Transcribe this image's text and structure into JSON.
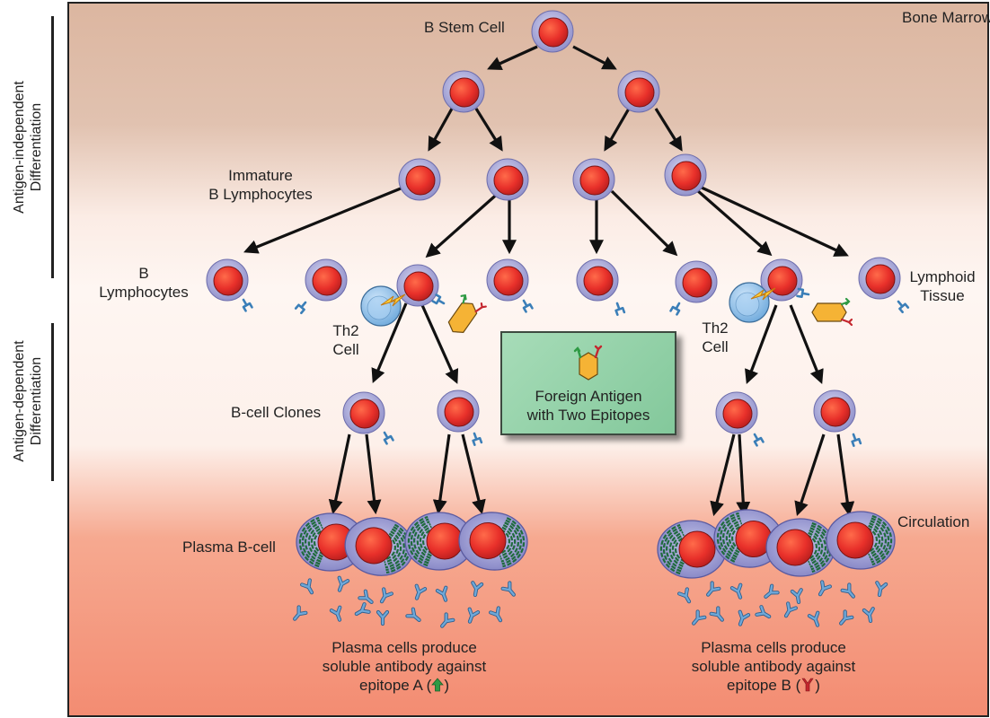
{
  "labels": {
    "b_stem_cell": "B Stem Cell",
    "bone_marrow": "Bone Marrow",
    "immature_line1": "Immature",
    "immature_line2": "B Lymphocytes",
    "b_line1": "B",
    "b_line2": "Lymphocytes",
    "lymphoid_line1": "Lymphoid",
    "lymphoid_line2": "Tissue",
    "th2_line1": "Th2",
    "th2_line2": "Cell",
    "b_cell_clones": "B-cell Clones",
    "circulation": "Circulation",
    "plasma_b_cell": "Plasma B-cell",
    "antigen_independent_line1": "Antigen-independent",
    "antigen_independent_line2": "Differentiation",
    "antigen_dependent_line1": "Antigen-dependent",
    "antigen_dependent_line2": "Differentiation",
    "inset_line1": "Foreign Antigen",
    "inset_line2": "with Two Epitopes",
    "left_caption_line1": "Plasma cells produce",
    "left_caption_line2": "soluble antibody against",
    "left_caption_line3": "epitope A (",
    "right_caption_line1": "Plasma cells produce",
    "right_caption_line2": "soluble antibody against",
    "right_caption_line3": "epitope B (",
    "caption_close": ")"
  },
  "colors": {
    "cell_nucleus": "#e8372c",
    "cell_membrane": "#a9a9d9",
    "receptor": "#3b7fb8",
    "th2_cell": "#8fc3ec",
    "antigen": "#f5b335",
    "epitope_a": "#2e9a44",
    "epitope_b": "#c4262e",
    "er_green": "#1f6b3d",
    "bg_top": "#dcb8a2",
    "bg_mid": "#fdf1ec",
    "bg_bottom": "#f2937a"
  },
  "icons": [
    "up-arrow-icon",
    "y-antibody-icon"
  ]
}
